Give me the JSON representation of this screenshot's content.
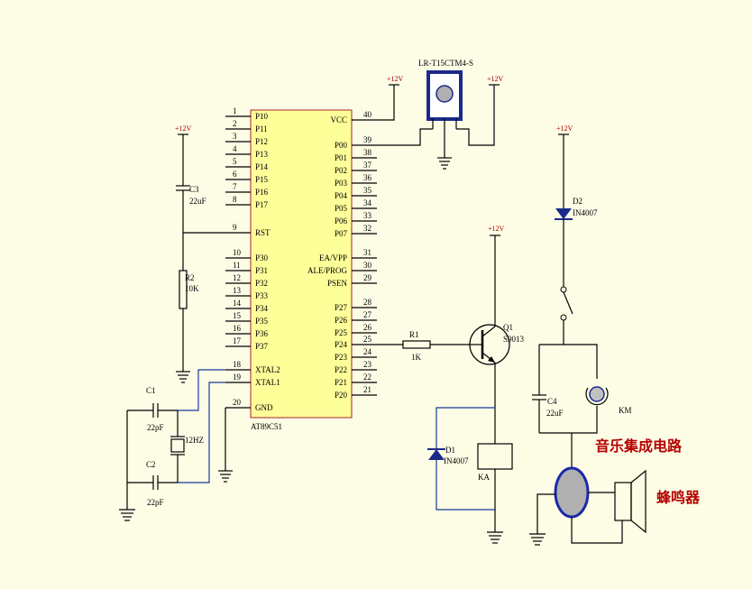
{
  "chip": {
    "name": "AT89C51",
    "left_pins": [
      {
        "num": "1",
        "name": "P10"
      },
      {
        "num": "2",
        "name": "P11"
      },
      {
        "num": "3",
        "name": "P12"
      },
      {
        "num": "4",
        "name": "P13"
      },
      {
        "num": "5",
        "name": "P14"
      },
      {
        "num": "6",
        "name": "P15"
      },
      {
        "num": "7",
        "name": "P16"
      },
      {
        "num": "8",
        "name": "P17"
      },
      {
        "num": "9",
        "name": "RST"
      },
      {
        "num": "10",
        "name": "P30"
      },
      {
        "num": "11",
        "name": "P31"
      },
      {
        "num": "12",
        "name": "P32"
      },
      {
        "num": "13",
        "name": "P33"
      },
      {
        "num": "14",
        "name": "P34"
      },
      {
        "num": "15",
        "name": "P35"
      },
      {
        "num": "16",
        "name": "P36"
      },
      {
        "num": "17",
        "name": "P37"
      },
      {
        "num": "18",
        "name": "XTAL2"
      },
      {
        "num": "19",
        "name": "XTAL1"
      },
      {
        "num": "20",
        "name": "GND"
      }
    ],
    "right_pins": [
      {
        "num": "40",
        "name": "VCC"
      },
      {
        "num": "39",
        "name": "P00"
      },
      {
        "num": "38",
        "name": "P01"
      },
      {
        "num": "37",
        "name": "P02"
      },
      {
        "num": "36",
        "name": "P03"
      },
      {
        "num": "35",
        "name": "P04"
      },
      {
        "num": "34",
        "name": "P05"
      },
      {
        "num": "33",
        "name": "P06"
      },
      {
        "num": "32",
        "name": "P07"
      },
      {
        "num": "31",
        "name": "EA/VPP"
      },
      {
        "num": "30",
        "name": "ALE/PROG"
      },
      {
        "num": "29",
        "name": "PSEN"
      },
      {
        "num": "28",
        "name": "P27"
      },
      {
        "num": "27",
        "name": "P26"
      },
      {
        "num": "26",
        "name": "P25"
      },
      {
        "num": "25",
        "name": "P24"
      },
      {
        "num": "24",
        "name": "P23"
      },
      {
        "num": "23",
        "name": "P22"
      },
      {
        "num": "22",
        "name": "P21"
      },
      {
        "num": "21",
        "name": "P20"
      }
    ]
  },
  "power_label": "+12V",
  "sensor": {
    "name": "LR-T15CTM4-S"
  },
  "c3": {
    "ref": "C3",
    "value": "22uF"
  },
  "r2": {
    "ref": "R2",
    "value": "10K"
  },
  "c1": {
    "ref": "C1",
    "value": "22pF"
  },
  "c2": {
    "ref": "C2",
    "value": "22pF"
  },
  "crystal": {
    "value": "12HZ"
  },
  "r1": {
    "ref": "R1",
    "value": "1K"
  },
  "q1": {
    "ref": "Q1",
    "value": "S9013"
  },
  "d1": {
    "ref": "D1",
    "value": "IN4007"
  },
  "d2": {
    "ref": "D2",
    "value": "IN4007"
  },
  "relay": {
    "ref": "KA"
  },
  "c4": {
    "ref": "C4",
    "value": "22uF"
  },
  "km": {
    "ref": "KM"
  },
  "music_label": "音乐集成电路",
  "buzzer_label": "蜂鸣器"
}
